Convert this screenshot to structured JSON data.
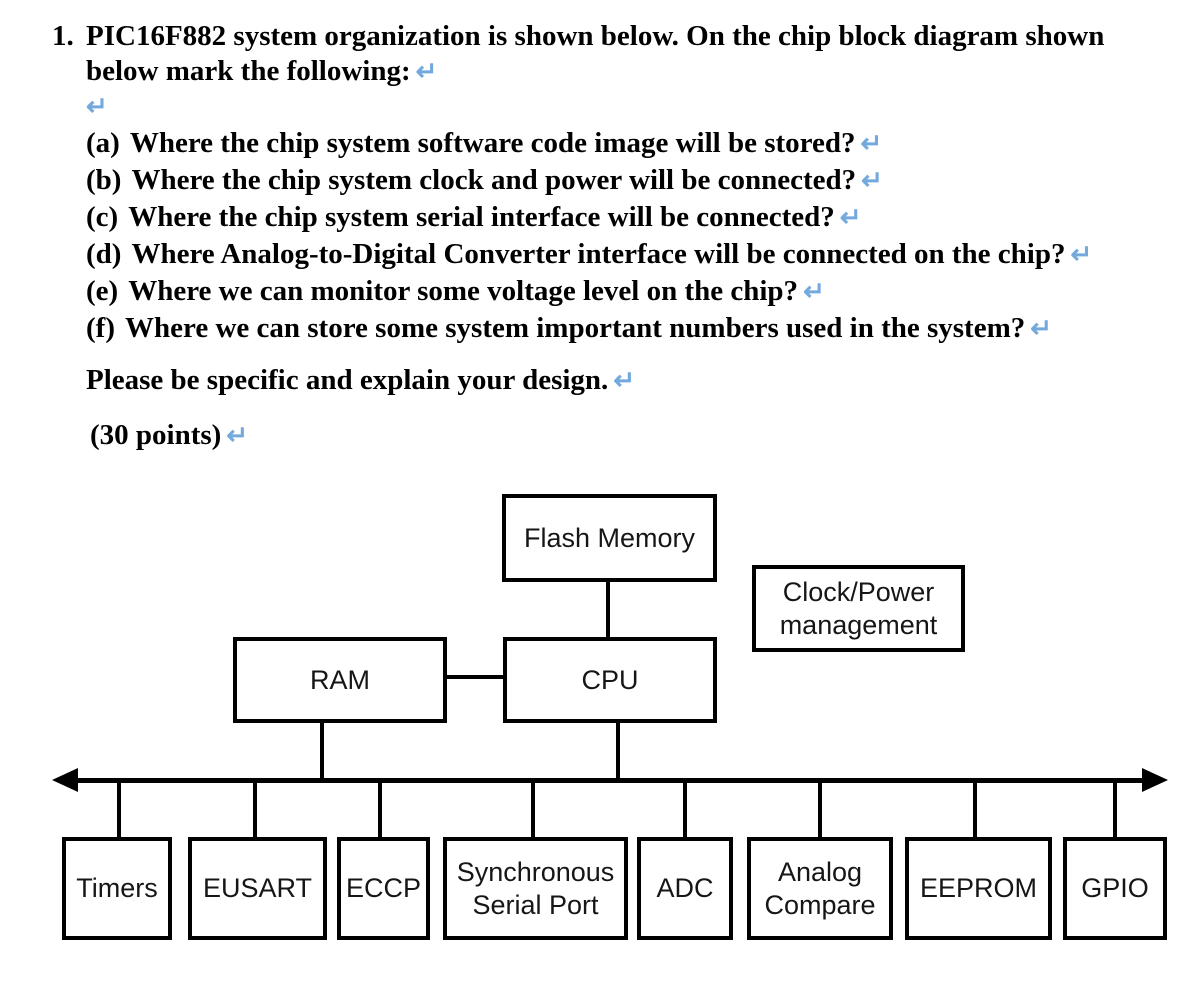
{
  "question": {
    "number": "1.",
    "title_line1": "PIC16F882 system organization is shown below. On the chip block diagram shown",
    "title_line2": "below mark the following:",
    "paragraph_mark": "↵",
    "items": [
      {
        "label": "(a)",
        "text": "Where the chip system software code image will be stored?"
      },
      {
        "label": "(b)",
        "text": "Where the chip system clock and power will be connected?"
      },
      {
        "label": "(c)",
        "text": "Where the chip system serial interface will be connected?"
      },
      {
        "label": "(d)",
        "text": "Where Analog-to-Digital Converter interface will be connected on the chip?"
      },
      {
        "label": "(e)",
        "text": "Where we can monitor some voltage level on the chip?"
      },
      {
        "label": "(f)",
        "text": "Where we can store some system important numbers used in the system?"
      }
    ],
    "note": "Please be specific and explain your design.",
    "points": "(30 points)"
  },
  "diagram": {
    "boxes": {
      "flash": "Flash Memory",
      "clock_power": "Clock/Power management",
      "ram": "RAM",
      "cpu": "CPU",
      "timers": "Timers",
      "eusart": "EUSART",
      "eccp": "ECCP",
      "ssp": "Synchronous Serial Port",
      "adc": "ADC",
      "analog_compare": "Analog Compare",
      "eeprom": "EEPROM",
      "gpio": "GPIO"
    },
    "bus": {
      "style": "double-headed horizontal arrow"
    },
    "connections": [
      "Flash Memory — CPU",
      "RAM — CPU",
      "RAM — system bus",
      "CPU — system bus",
      "system bus — Timers",
      "system bus — EUSART",
      "system bus — ECCP",
      "system bus — Synchronous Serial Port",
      "system bus — ADC",
      "system bus — Analog Compare",
      "system bus — EEPROM",
      "system bus — GPIO"
    ]
  },
  "colors": {
    "text": "#000000",
    "paragraph_mark": "#74a9de",
    "diagram_line": "#000000",
    "background": "#ffffff"
  }
}
